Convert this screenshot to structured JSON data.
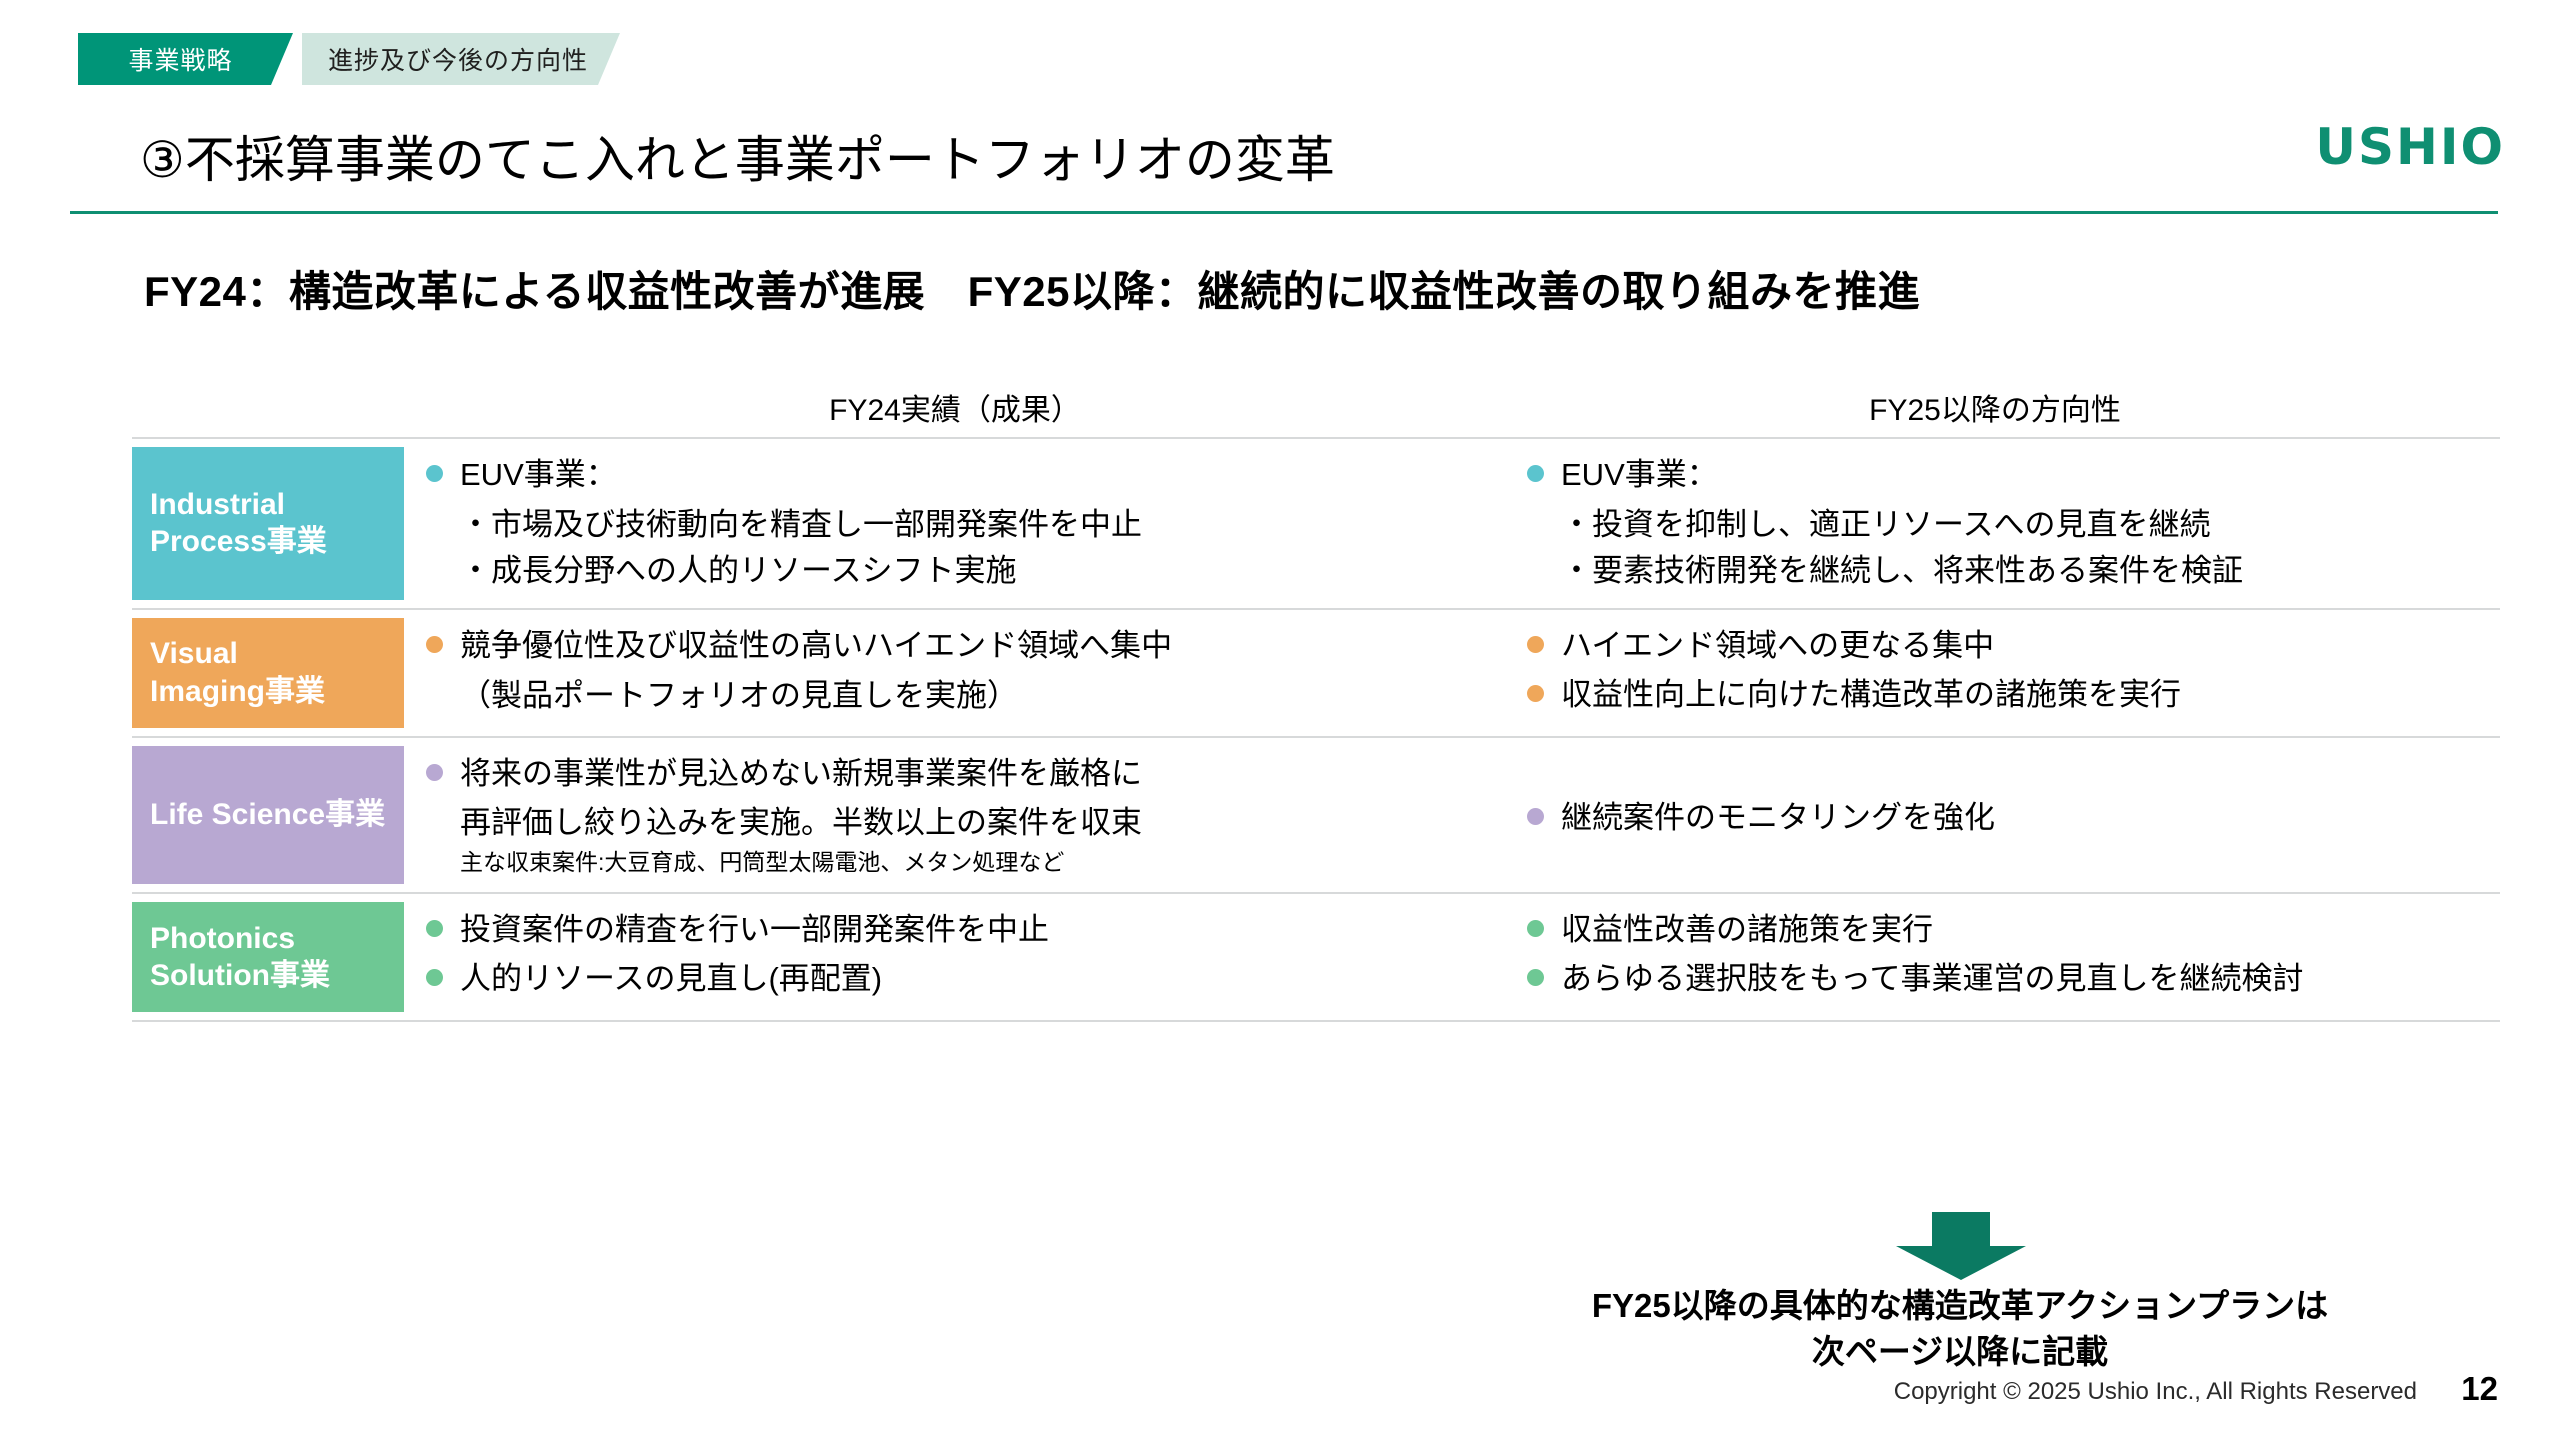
{
  "header": {
    "tab_primary": "事業戦略",
    "tab_secondary": "進捗及び今後の方向性",
    "title": "③不採算事業のてこ入れと事業ポートフォリオの変革",
    "logo": "USHIO"
  },
  "headline": "FY24：構造改革による収益性改善が進展　FY25以降：継続的に収益性改善の取り組みを推進",
  "columns": {
    "left": "FY24実績（成果）",
    "right": "FY25以降の方向性"
  },
  "colors": {
    "brand_green": "#0f8f72",
    "tab_green": "#009578",
    "tab_pale": "#cfe5de",
    "industrial": "#5bc4ce",
    "visual": "#efa75a",
    "life": "#b8a8d2",
    "photonics": "#6ec894",
    "arrow": "#0b7a62",
    "rule": "#d7d9da"
  },
  "rows": [
    {
      "category_line1": "Industrial",
      "category_line2": "Process事業",
      "color": "#5bc4ce",
      "left": {
        "bullet": "EUV事業：",
        "subs": [
          "・市場及び技術動向を精査し一部開発案件を中止",
          "・成長分野への人的リソースシフト実施"
        ]
      },
      "right": {
        "bullet": "EUV事業：",
        "subs": [
          "・投資を抑制し、適正リソースへの見直を継続",
          "・要素技術開発を継続し、将来性ある案件を検証"
        ]
      }
    },
    {
      "category_line1": "Visual",
      "category_line2": "Imaging事業",
      "color": "#efa75a",
      "left": {
        "bullet": "競争優位性及び収益性の高いハイエンド領域へ集中",
        "subs": [
          "（製品ポートフォリオの見直しを実施）"
        ]
      },
      "right": {
        "bullets": [
          "ハイエンド領域への更なる集中",
          "収益性向上に向けた構造改革の諸施策を実行"
        ]
      }
    },
    {
      "category_line1": "Life Science事業",
      "category_line2": "",
      "color": "#b8a8d2",
      "left": {
        "bullet": "将来の事業性が見込めない新規事業案件を厳格に",
        "continuation": "再評価し絞り込みを実施。半数以上の案件を収束",
        "note": "主な収束案件:大豆育成、円筒型太陽電池、メタン処理など"
      },
      "right": {
        "bullets": [
          "継続案件のモニタリングを強化"
        ]
      }
    },
    {
      "category_line1": "Photonics",
      "category_line2": "Solution事業",
      "color": "#6ec894",
      "left": {
        "bullets": [
          "投資案件の精査を行い一部開発案件を中止",
          "人的リソースの見直し(再配置)"
        ]
      },
      "right": {
        "bullets": [
          "収益性改善の諸施策を実行",
          "あらゆる選択肢をもって事業運営の見直しを継続検討"
        ]
      }
    }
  ],
  "callout": {
    "line1": "FY25以降の具体的な構造改革アクションプランは",
    "line2": "次ページ以降に記載"
  },
  "footer": {
    "copyright": "Copyright © 2025 Ushio Inc., All Rights Reserved",
    "page": "12"
  }
}
